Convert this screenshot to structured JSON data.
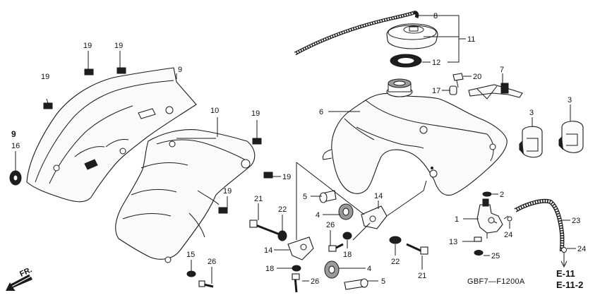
{
  "diagram": {
    "code": "GBF7—F1200A",
    "front_label": "FR.",
    "refs": [
      "E-11",
      "E-11-2"
    ],
    "callouts": {
      "c8": "8",
      "c11": "11",
      "c12": "12",
      "c7": "7",
      "c20": "20",
      "c17": "17",
      "c6": "6",
      "c3a": "3",
      "c3b": "3",
      "c2": "2",
      "c1": "1",
      "c23": "23",
      "c24a": "24",
      "c24b": "24",
      "c13": "13",
      "c25": "25",
      "c19a": "19",
      "c19b": "19",
      "c19c": "19",
      "c19d": "19",
      "c19e": "19",
      "c19f": "19",
      "c9a": "9",
      "c9b": "9",
      "c16": "16",
      "c10": "10",
      "c21a": "21",
      "c21b": "21",
      "c22a": "22",
      "c22b": "22",
      "c5a": "5",
      "c5b": "5",
      "c4a": "4",
      "c4b": "4",
      "c14a": "14",
      "c14b": "14",
      "c26a": "26",
      "c26b": "26",
      "c18a": "18",
      "c18b": "18",
      "c15": "15"
    }
  }
}
